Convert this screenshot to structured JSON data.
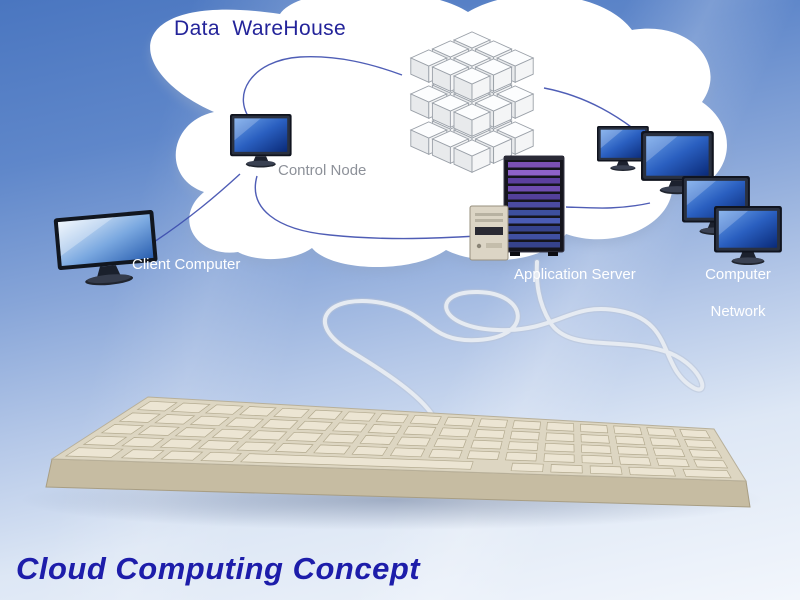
{
  "title": "Cloud Computing Concept",
  "nodes": {
    "data_warehouse": {
      "label": "Data  WareHouse"
    },
    "control_node": {
      "label": "Control Node"
    },
    "client_computer": {
      "label": "Client Computer"
    },
    "application_server": {
      "label": "Application Server"
    },
    "computer_network": {
      "label_line1": "Computer",
      "label_line2": "Network"
    }
  },
  "icons": {
    "data_warehouse": "cube-stack-icon",
    "control_node": "monitor-icon",
    "client_computer": "widescreen-monitor-icon",
    "application_server": "server-rack-icon",
    "computer_network": "monitor-cluster-icon",
    "input_device": "keyboard-icon",
    "cloud": "cloud-shape"
  },
  "colors": {
    "sky_top": "#4a76c0",
    "cloud": "#ffffff",
    "title_color": "#1d1daa",
    "dw_text": "#24249a",
    "muted_text": "#8d9199",
    "white_text": "#ffffff",
    "cable": "#e6ebf2",
    "wire": "#3c4cae",
    "keyboard_body": "#ddd6c2",
    "server_dark": "#15151d"
  }
}
